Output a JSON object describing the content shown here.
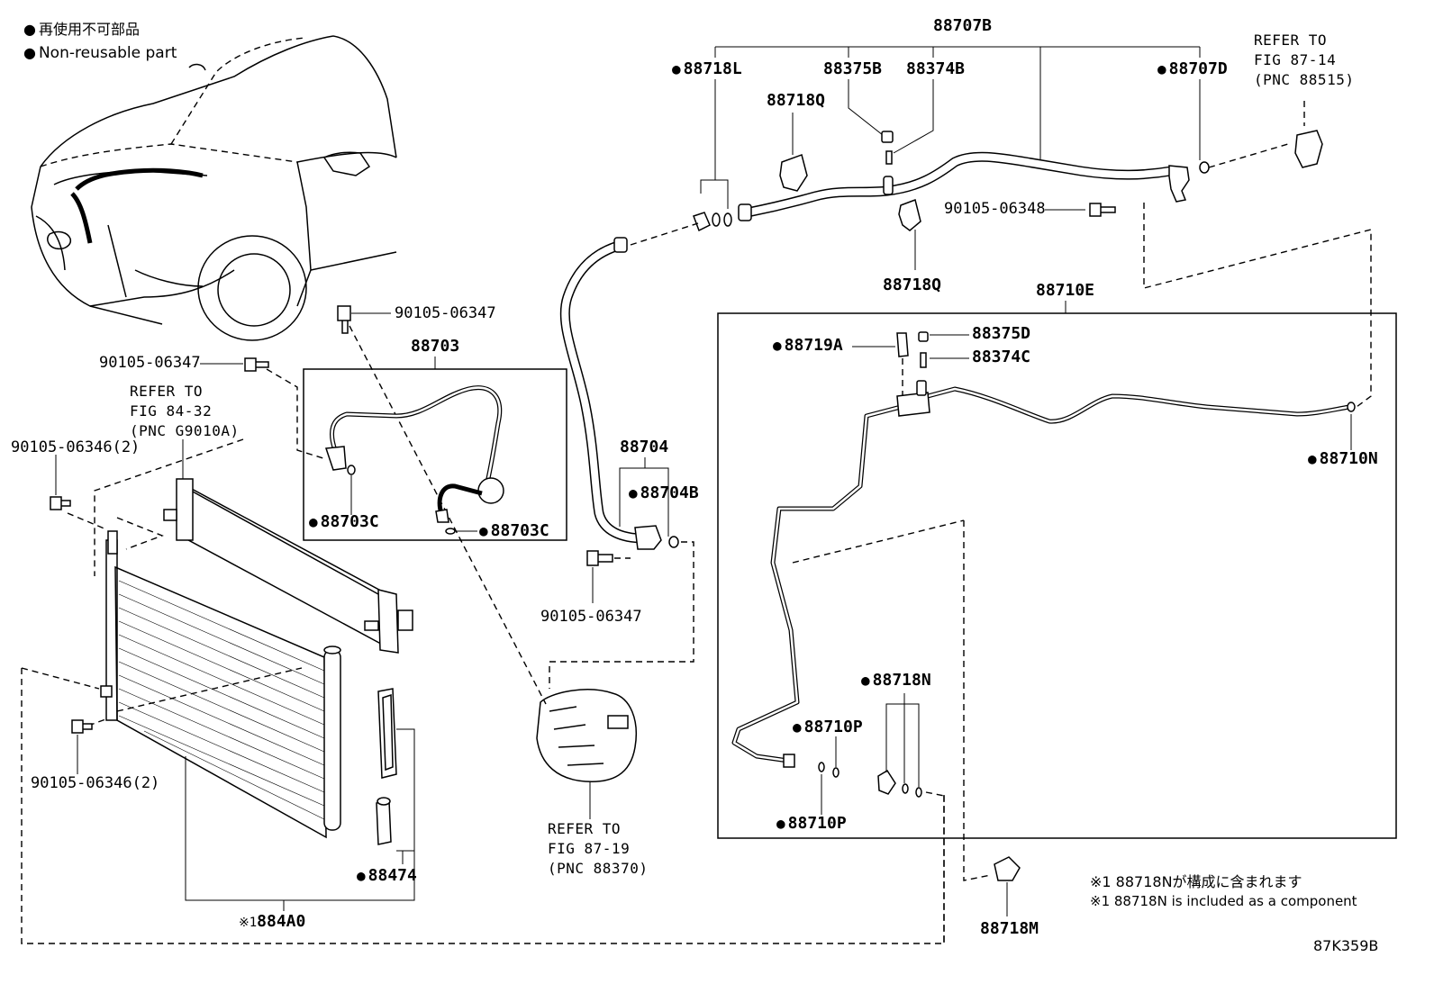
{
  "legend": {
    "line1": "再使用不可部品",
    "line2": "Non-reusable part"
  },
  "labels": {
    "p88707B": "88707B",
    "p88718L": "88718L",
    "p88375B": "88375B",
    "p88374B": "88374B",
    "p88707D": "88707D",
    "p88718Q_top": "88718Q",
    "p88718Q_bottom": "88718Q",
    "p90105_06348": "90105-06348",
    "p88710E": "88710E",
    "p88719A": "88719A",
    "p88375D": "88375D",
    "p88374C": "88374C",
    "p88710N": "88710N",
    "p90105_06347_a": "90105-06347",
    "p90105_06347_b": "90105-06347",
    "p90105_06347_c": "90105-06347",
    "p88703": "88703",
    "p88703C_a": "88703C",
    "p88703C_b": "88703C",
    "p88704": "88704",
    "p88704B": "88704B",
    "p90105_06346_a": "90105-06346(2)",
    "p90105_06346_b": "90105-06346(2)",
    "p88718N": "88718N",
    "p88710P_a": "88710P",
    "p88710P_b": "88710P",
    "p88474": "88474",
    "p884A0": "884A0",
    "p884A0_mark": "※1",
    "p88718M": "88718M"
  },
  "refs": {
    "ref_87_14": "REFER TO\nFIG 87-14\n(PNC 88515)",
    "ref_84_32": "REFER TO\nFIG 84-32\n(PNC G9010A)",
    "ref_87_19": "REFER TO\nFIG 87-19\n(PNC 88370)"
  },
  "notes": {
    "note_jp": "※1 88718Nが構成に含まれます",
    "note_en": "※1 88718N is included as a component"
  },
  "figure_code": "87K359B"
}
